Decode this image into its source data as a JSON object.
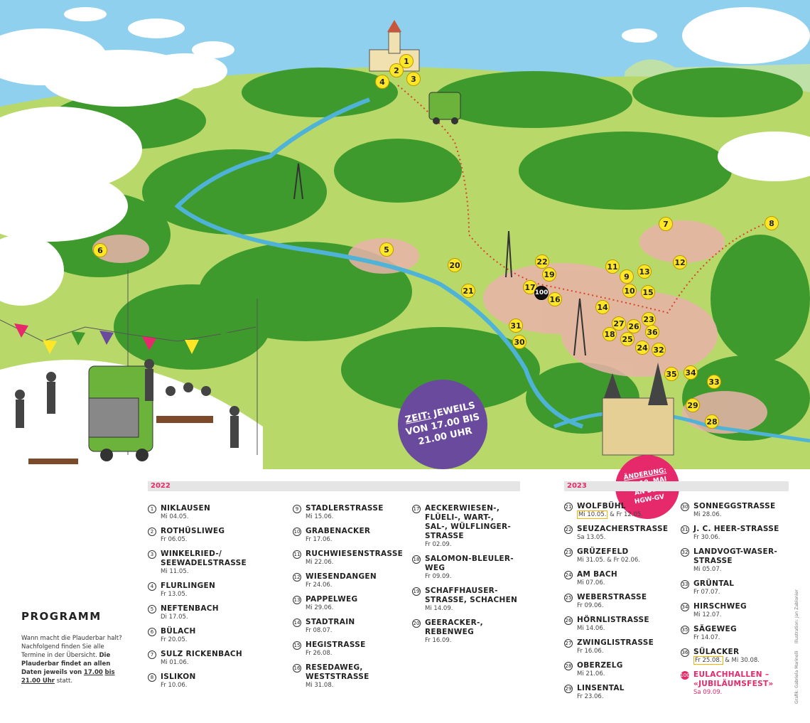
{
  "map": {
    "pins": [
      {
        "n": "1"
      },
      {
        "n": "2"
      },
      {
        "n": "3"
      },
      {
        "n": "4"
      },
      {
        "n": "5"
      },
      {
        "n": "6"
      },
      {
        "n": "7"
      },
      {
        "n": "8"
      },
      {
        "n": "9"
      },
      {
        "n": "10"
      },
      {
        "n": "11"
      },
      {
        "n": "12"
      },
      {
        "n": "13"
      },
      {
        "n": "14"
      },
      {
        "n": "15"
      },
      {
        "n": "16"
      },
      {
        "n": "17"
      },
      {
        "n": "18"
      },
      {
        "n": "19"
      },
      {
        "n": "20"
      },
      {
        "n": "21"
      },
      {
        "n": "22"
      },
      {
        "n": "23"
      },
      {
        "n": "24"
      },
      {
        "n": "25"
      },
      {
        "n": "26"
      },
      {
        "n": "27"
      },
      {
        "n": "28"
      },
      {
        "n": "29"
      },
      {
        "n": "30"
      },
      {
        "n": "31"
      },
      {
        "n": "32"
      },
      {
        "n": "33"
      },
      {
        "n": "34"
      },
      {
        "n": "35"
      },
      {
        "n": "36"
      },
      {
        "n": "100"
      }
    ],
    "colors": {
      "sky": "#8fd0ef",
      "meadow": "#b8d96a",
      "forest": "#3f9a2e",
      "river": "#4fb3d8",
      "pin": "#ffe626",
      "accent_pink": "#e6296a",
      "accent_purple": "#6a4a9c"
    }
  },
  "time_badge": {
    "label": "ZEIT:",
    "line1": "JEWEILS",
    "line2": "VON 17.00 BIS",
    "line3": "21.00 UHR"
  },
  "change_badge": {
    "label": "ÄNDERUNG:",
    "line1": "AM 10. MAI",
    "line2": "AN DER",
    "line3": "HGW-GV"
  },
  "year_2022": "2022",
  "year_2023": "2023",
  "programm": {
    "title": "PROGRAMM",
    "intro": "Wann macht die Plauderbar halt? Nachfolgend finden Sie alle Termine in der Übersicht.",
    "bold_prefix": "Die Plauderbar findet an allen Daten jeweils von",
    "time_start": "17.00",
    "bold_mid": "bis 21.00 Uhr",
    "suffix": "statt."
  },
  "list_2022_col1": [
    {
      "n": "1",
      "name": "NIKLAUSEN",
      "date": "Mi 04.05."
    },
    {
      "n": "2",
      "name": "ROTHÜSLIWEG",
      "date": "Fr 06.05."
    },
    {
      "n": "3",
      "name": "WINKELRIED-/\nSEEWADELSTRASSE",
      "date": "Mi 11.05."
    },
    {
      "n": "4",
      "name": "FLURLINGEN",
      "date": "Fr 13.05."
    },
    {
      "n": "5",
      "name": "NEFTENBACH",
      "date": "Di 17.05."
    },
    {
      "n": "6",
      "name": "BÜLACH",
      "date": "Fr 20.05."
    },
    {
      "n": "7",
      "name": "SULZ RICKENBACH",
      "date": "Mi 01.06."
    },
    {
      "n": "8",
      "name": "ISLIKON",
      "date": "Fr 10.06."
    }
  ],
  "list_2022_col2": [
    {
      "n": "9",
      "name": "STADLERSTRASSE",
      "date": "Mi 15.06."
    },
    {
      "n": "10",
      "name": "GRABENACKER",
      "date": "Fr 17.06."
    },
    {
      "n": "11",
      "name": "RUCHWIESENSTRASSE",
      "date": "Mi 22.06."
    },
    {
      "n": "12",
      "name": "WIESENDANGEN",
      "date": "Fr 24.06."
    },
    {
      "n": "13",
      "name": "PAPPELWEG",
      "date": "Mi 29.06."
    },
    {
      "n": "14",
      "name": "STADTRAIN",
      "date": "Fr 08.07."
    },
    {
      "n": "15",
      "name": "HEGISTRASSE",
      "date": "Fr 26.08."
    },
    {
      "n": "16",
      "name": "RESEDAWEG,\nWESTSTRASSE",
      "date": "Mi 31.08."
    }
  ],
  "list_2022_col3": [
    {
      "n": "17",
      "name": "AECKERWIESEN-,\nFLÜELI-, WART-,\nSAL-, WÜLFLINGER-\nSTRASSE",
      "date": "Fr 02.09."
    },
    {
      "n": "18",
      "name": "SALOMON-BLEULER-\nWEG",
      "date": "Fr 09.09."
    },
    {
      "n": "19",
      "name": "SCHAFFHAUSER-\nSTRASSE, SCHACHEN",
      "date": "Mi 14.09."
    },
    {
      "n": "20",
      "name": "GEERACKER-,\nREBENWEG",
      "date": "Fr 16.09."
    }
  ],
  "list_2023_col1": [
    {
      "n": "21",
      "name": "WOLFBÜHL",
      "date_hl": "Mi 10.05.",
      "date": "& Fr 12.05."
    },
    {
      "n": "22",
      "name": "SEUZACHERSTRASSE",
      "date": "Sa 13.05."
    },
    {
      "n": "23",
      "name": "GRÜZEFELD",
      "date": "Mi 31.05. & Fr 02.06."
    },
    {
      "n": "24",
      "name": "AM BACH",
      "date": "Mi 07.06."
    },
    {
      "n": "25",
      "name": "WEBERSTRASSE",
      "date": "Fr 09.06."
    },
    {
      "n": "26",
      "name": "HÖRNLISTRASSE",
      "date": "Mi 14.06."
    },
    {
      "n": "27",
      "name": "ZWINGLISTRASSE",
      "date": "Fr 16.06."
    },
    {
      "n": "28",
      "name": "OBERZELG",
      "date": "Mi 21.06."
    },
    {
      "n": "29",
      "name": "LINSENTAL",
      "date": "Fr 23.06."
    }
  ],
  "list_2023_col2": [
    {
      "n": "30",
      "name": "SONNEGGSTRASSE",
      "date": "Mi 28.06."
    },
    {
      "n": "31",
      "name": "J. C. HEER-STRASSE",
      "date": "Fr 30.06."
    },
    {
      "n": "32",
      "name": "LANDVOGT-WASER-\nSTRASSE",
      "date": "Mi 05.07."
    },
    {
      "n": "33",
      "name": "GRÜNTAL",
      "date": "Fr 07.07."
    },
    {
      "n": "34",
      "name": "HIRSCHWEG",
      "date": "Mi 12.07."
    },
    {
      "n": "35",
      "name": "SÄGEWEG",
      "date": "Fr 14.07."
    },
    {
      "n": "36",
      "name": "SÜLACKER",
      "date_hl": "Fr 25.08.",
      "date": "& Mi 30.08."
    },
    {
      "n": "100",
      "name": "EULACHHALLEN –\n«JUBILÄUMSFEST»",
      "date": "Sa 09.09.",
      "pink": true
    }
  ],
  "credits": {
    "grafik": "Grafik: Gabriela Marinelli",
    "illu": "Illustration: Jan Zablonier"
  }
}
